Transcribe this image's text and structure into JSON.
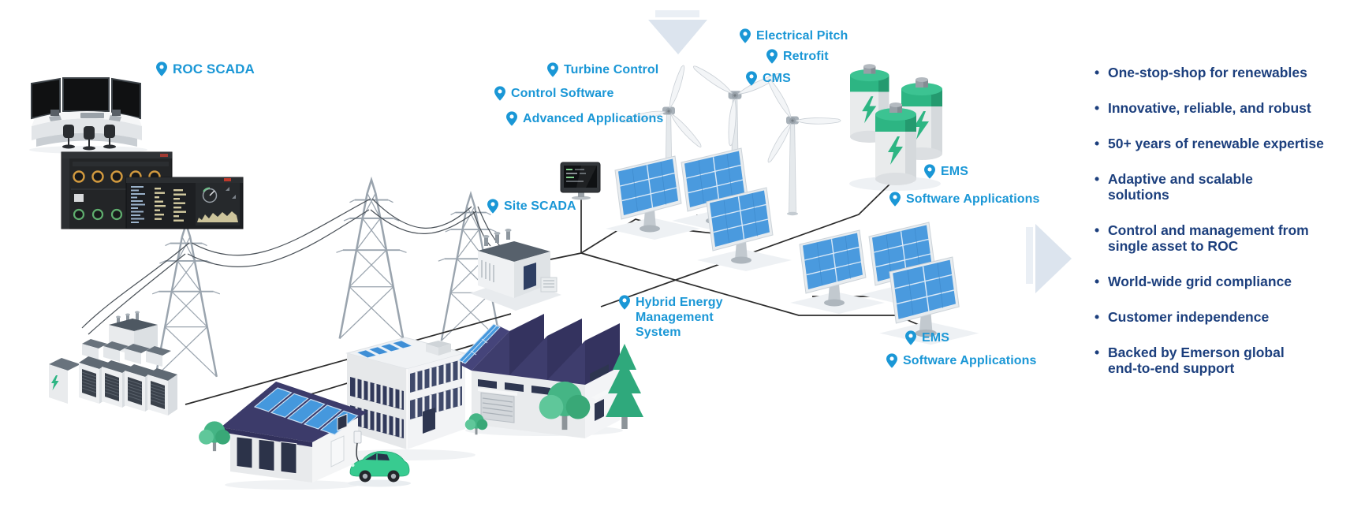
{
  "labels": {
    "roc_scada": "ROC SCADA",
    "turbine_control": "Turbine Control",
    "control_software": "Control Software",
    "advanced_applications": "Advanced Applications",
    "electrical_pitch": "Electrical Pitch",
    "retrofit": "Retrofit",
    "cms": "CMS",
    "site_scada": "Site SCADA",
    "ems_top": "EMS",
    "software_applications_top": "Software Applications",
    "hybrid_ems": "Hybrid Energy\nManagement\nSystem",
    "ems_bottom": "EMS",
    "software_applications_bottom": "Software Applications"
  },
  "benefits": [
    "One-stop-shop for renewables",
    "Innovative, reliable, and robust",
    "50+ years of renewable expertise",
    "Adaptive and scalable\nsolutions",
    "Control and management from\nsingle asset to ROC",
    "World-wide grid compliance",
    "Customer independence",
    "Backed by Emerson global\nend-to-end support"
  ],
  "icons": {
    "label_marker": "map-pin-icon",
    "top_arrow": "down-arrow-icon",
    "side_arrow": "right-arrow-icon"
  },
  "colors": {
    "label_blue": "#1a97d6",
    "benefit_navy": "#1c3f7d",
    "battery_green": "#2db583",
    "panel_blue": "#4598dd",
    "roof_navy": "#3c3b6a",
    "arrow_gray": "#dce4ee",
    "line_black": "#2b2b2b",
    "car_green": "#38cb90"
  }
}
